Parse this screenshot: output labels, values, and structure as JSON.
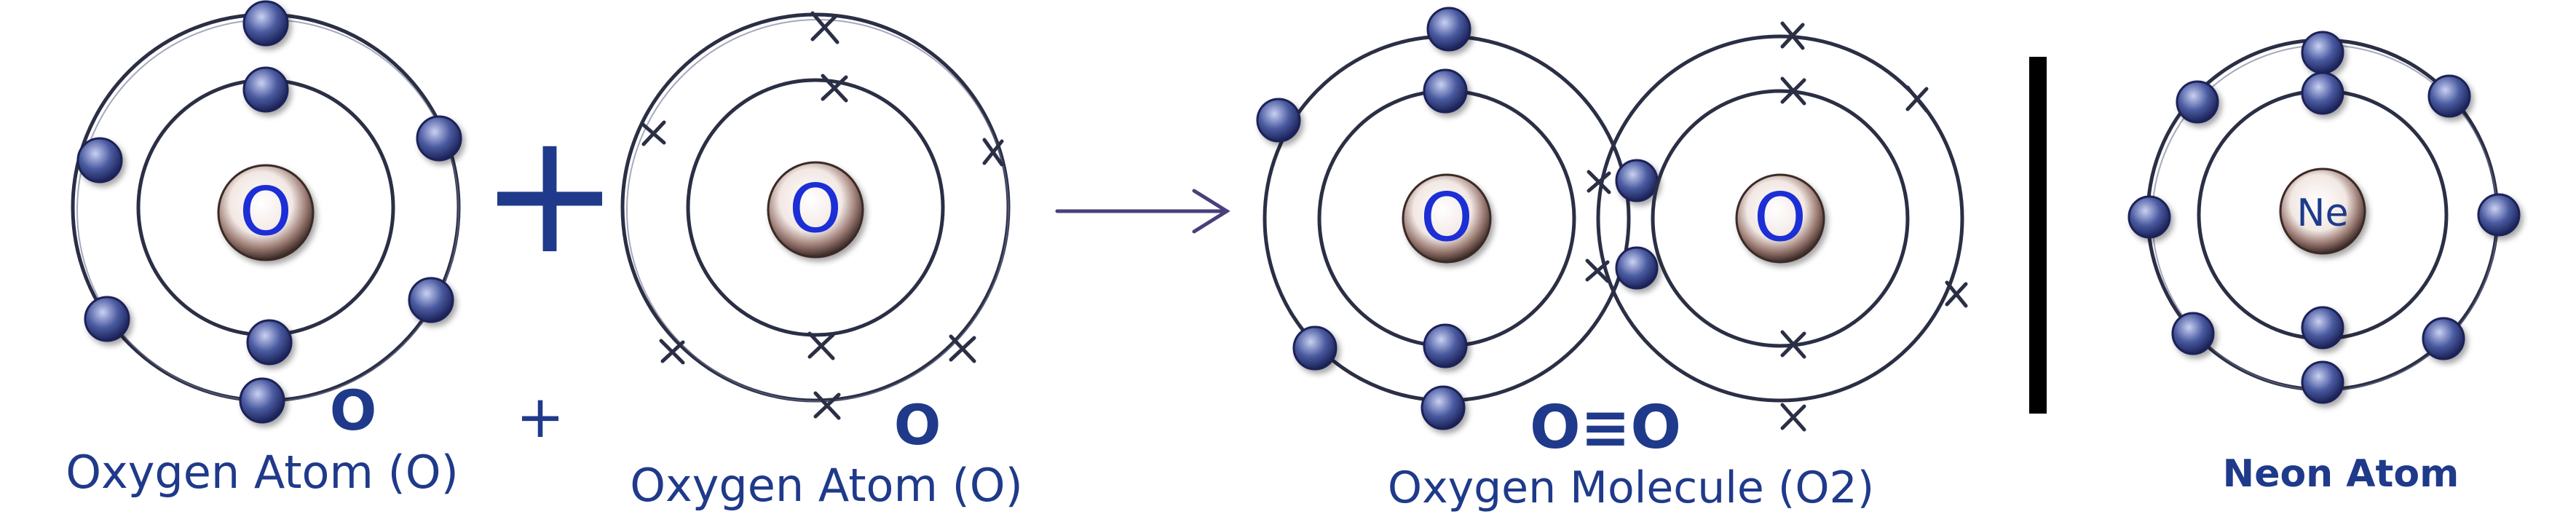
{
  "colors": {
    "ink": "#1f3a8a",
    "orbit": "#2b2f45",
    "electron": "#3a4a8c",
    "electron_light": "#b8c2ee",
    "nucleus_letter": "#1a2fd6",
    "divider": "#000000"
  },
  "atoms": [
    {
      "nucleus_symbol": "O",
      "electron_style": "dot",
      "label": "Oxygen Atom (O)",
      "formula": "O"
    },
    {
      "nucleus_symbol": "O",
      "electron_style": "cross",
      "label": "Oxygen Atom (O)",
      "formula": "O"
    },
    {
      "nucleus_symbol": "O",
      "electron_style": "dot"
    },
    {
      "nucleus_symbol": "O",
      "electron_style": "cross"
    },
    {
      "nucleus_symbol": "Ne",
      "electron_style": "dot",
      "label": "Neon Atom"
    }
  ],
  "operators": {
    "plus_large": "+",
    "plus_small": "+",
    "arrow_icon": "arrow-right-icon"
  },
  "molecule": {
    "formula": "O≡O",
    "label": "Oxygen Molecule (O2)"
  }
}
